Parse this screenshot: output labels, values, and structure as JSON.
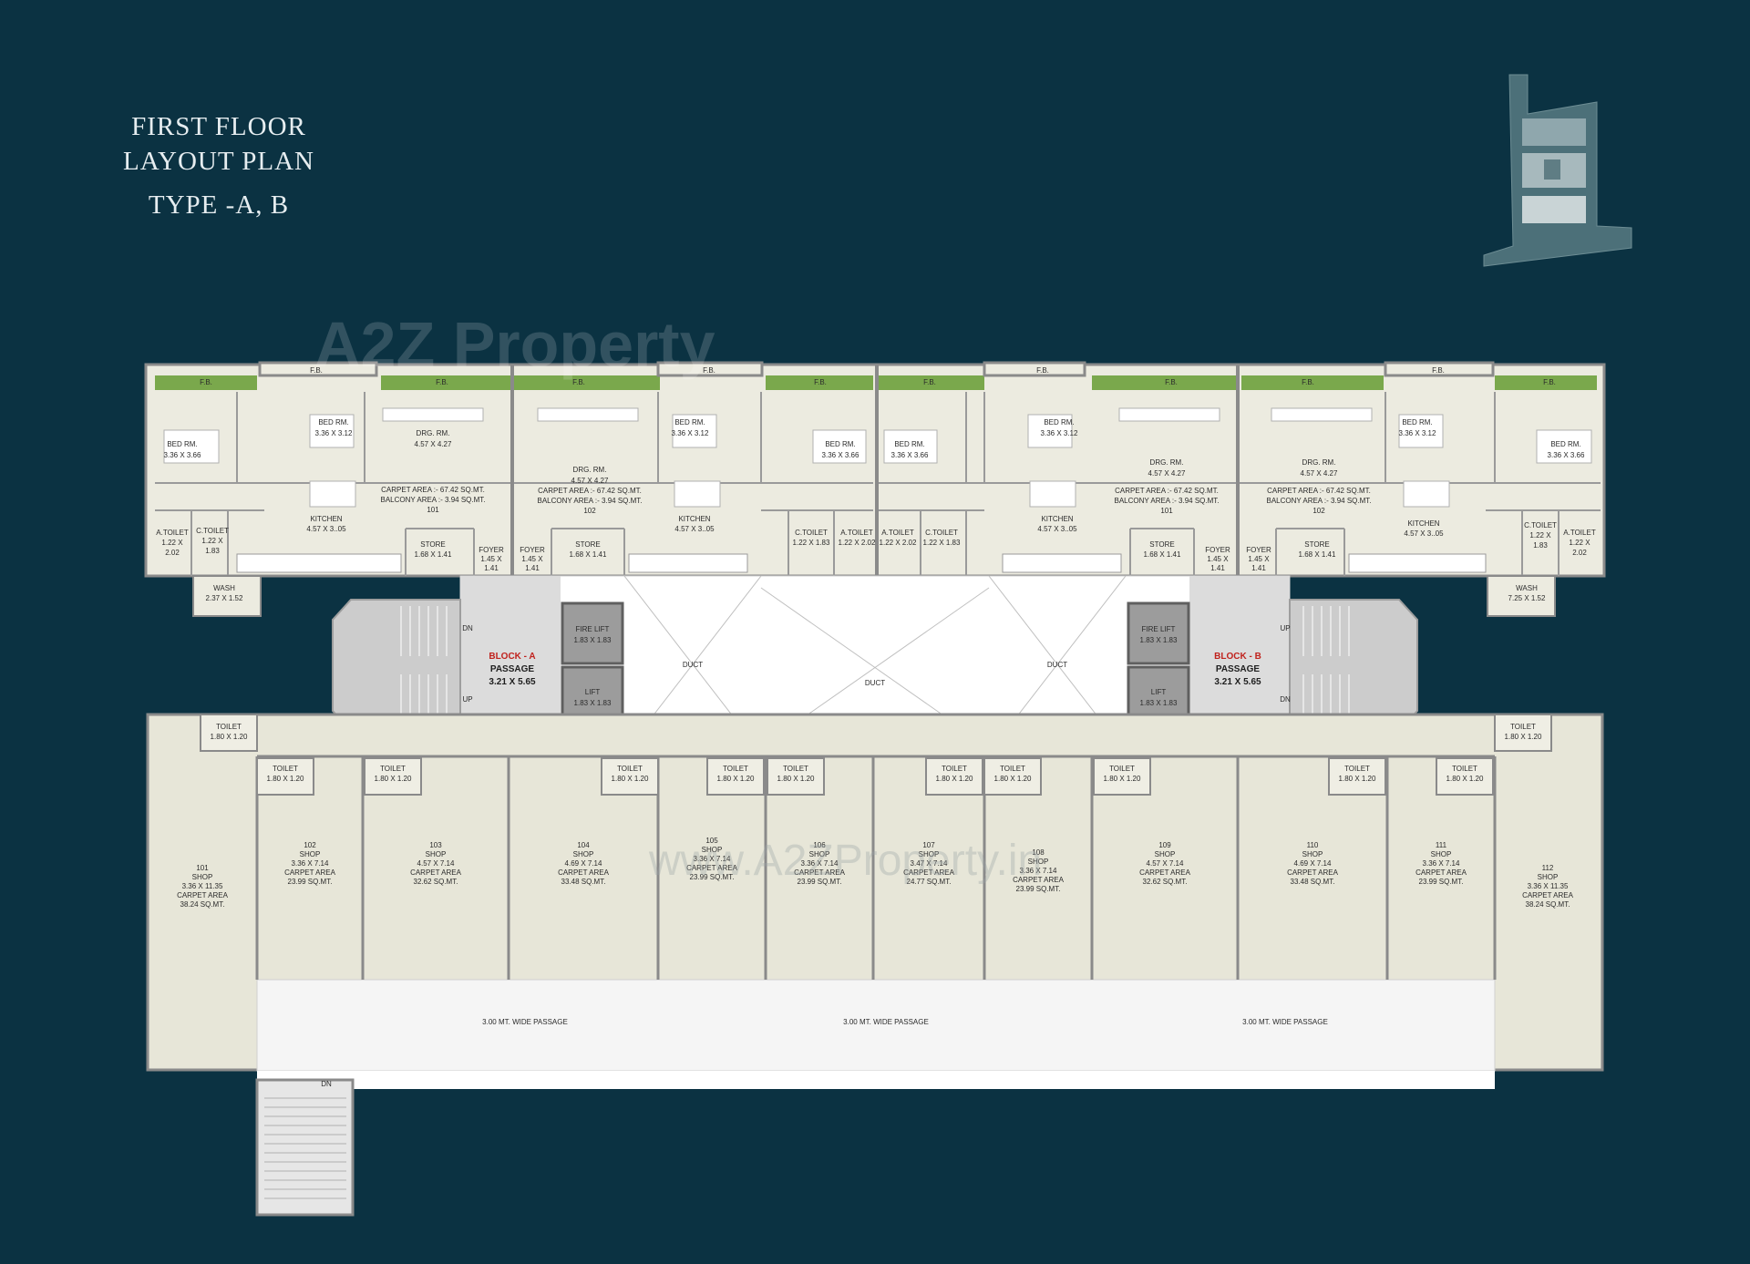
{
  "title": {
    "line1": "FIRST FLOOR",
    "line2": "LAYOUT PLAN",
    "line3": "TYPE -A, B"
  },
  "watermarks": {
    "logo": "A2Z Property",
    "url": "www.A2ZProperty.in"
  },
  "icons": {
    "key_plan": "key-plan-icon",
    "staircase": "staircase-icon"
  },
  "colors": {
    "background": "#0b3242",
    "wall": "#8a8a8a",
    "floor": "#ecebe0",
    "balcony": "#7aa84c",
    "passage": "#f2f2f2"
  },
  "labels": {
    "fb": "F.B.",
    "duct": "DUCT",
    "dn": "DN",
    "up": "UP",
    "passage": "PASSAGE",
    "passage_size": "3.21 X 5.65",
    "block_a": "BLOCK - A",
    "block_b": "BLOCK - B",
    "fire_lift": "FIRE LIFT",
    "lift": "LIFT",
    "lift_size": "1.83 X 1.83",
    "wide_passage": "3.00   MT.   WIDE PASSAGE",
    "toilet": "TOILET",
    "toilet_size": "1.80 X 1.20",
    "bed": "BED RM.",
    "drg": "DRG. RM.",
    "drg_size": "4.57 X 4.27",
    "kitchen": "KITCHEN",
    "kitchen_size": "4.57 X 3..05",
    "store": "STORE",
    "store_size": "1.68 X 1.41",
    "foyer": "FOYER",
    "foyer_size1": "1.45 X",
    "foyer_size2": "1.41",
    "atoilet": "A.TOILET",
    "ctoilet": "C.TOILET",
    "wash": "WASH",
    "carpet_flat": "CARPET AREA   :-  67.42 SQ.MT.",
    "balcony_flat": "BALCONY AREA :-    3.94 SQ.MT."
  },
  "flats": [
    {
      "no": "101"
    },
    {
      "no": "102"
    },
    {
      "no": "101"
    },
    {
      "no": "102"
    }
  ],
  "shops": [
    {
      "no": "101",
      "type": "SHOP",
      "size": "3.36 X 11.35",
      "carpet_label": "CARPET AREA",
      "area": "38.24 SQ.MT."
    },
    {
      "no": "102",
      "type": "SHOP",
      "size": "3.36 X 7.14",
      "carpet_label": "CARPET AREA",
      "area": "23.99 SQ.MT."
    },
    {
      "no": "103",
      "type": "SHOP",
      "size": "4.57 X 7.14",
      "carpet_label": "CARPET AREA",
      "area": "32.62 SQ.MT."
    },
    {
      "no": "104",
      "type": "SHOP",
      "size": "4.69 X 7.14",
      "carpet_label": "CARPET AREA",
      "area": "33.48 SQ.MT."
    },
    {
      "no": "105",
      "type": "SHOP",
      "size": "3.36 X 7.14",
      "carpet_label": "CARPET AREA",
      "area": "23.99 SQ.MT."
    },
    {
      "no": "106",
      "type": "SHOP",
      "size": "3.36 X 7.14",
      "carpet_label": "CARPET AREA",
      "area": "23.99 SQ.MT."
    },
    {
      "no": "107",
      "type": "SHOP",
      "size": "3.47 X 7.14",
      "carpet_label": "CARPET AREA",
      "area": "24.77 SQ.MT."
    },
    {
      "no": "108",
      "type": "SHOP",
      "size": "3.36 X 7.14",
      "carpet_label": "CARPET AREA",
      "area": "23.99 SQ.MT."
    },
    {
      "no": "109",
      "type": "SHOP",
      "size": "4.57 X 7.14",
      "carpet_label": "CARPET AREA",
      "area": "32.62 SQ.MT."
    },
    {
      "no": "110",
      "type": "SHOP",
      "size": "4.69 X 7.14",
      "carpet_label": "CARPET AREA",
      "area": "33.48 SQ.MT."
    },
    {
      "no": "111",
      "type": "SHOP",
      "size": "3.36 X 7.14",
      "carpet_label": "CARPET AREA",
      "area": "23.99 SQ.MT."
    },
    {
      "no": "112",
      "type": "SHOP",
      "size": "3.36 X 11.35",
      "carpet_label": "CARPET AREA",
      "area": "38.24 SQ.MT."
    }
  ]
}
